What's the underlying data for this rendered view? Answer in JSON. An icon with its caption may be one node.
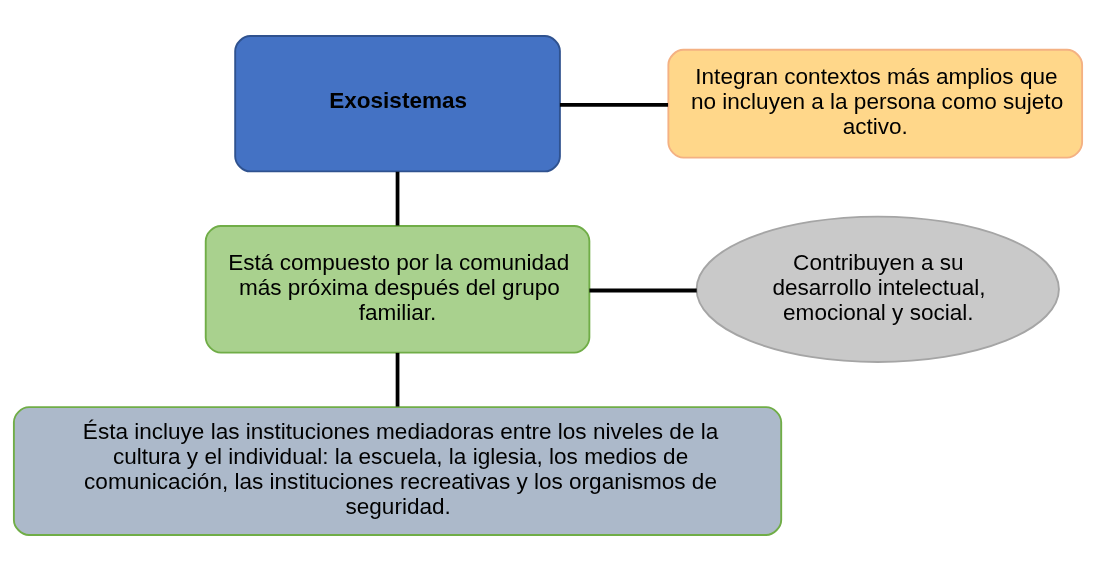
{
  "diagram": {
    "nodes": [
      {
        "text": [
          "Exosistemas"
        ]
      },
      {
        "text": [
          "Integran contextos más amplios que no incluyen a la persona como sujeto activo."
        ]
      },
      {
        "text": [
          "Está compuesto por la comunidad más próxima después del grupo familiar."
        ]
      },
      {
        "text": [
          "Contribuyen a su desarrollo intelectual, emocional y social."
        ]
      },
      {
        "text": [
          "Ésta incluye las instituciones mediadoras entre los niveles de la cultura y el individual: la escuela, la iglesia, los medios de comunicación, las instituciones recreativas y los organismos de seguridad."
        ]
      }
    ],
    "edges": [
      {
        "from": 0,
        "to": 1,
        "arrow": "none"
      },
      {
        "from": 0,
        "to": 2,
        "arrow": "none"
      },
      {
        "from": 2,
        "to": 3,
        "arrow": "none"
      },
      {
        "from": 2,
        "to": 4,
        "arrow": "none"
      }
    ]
  }
}
